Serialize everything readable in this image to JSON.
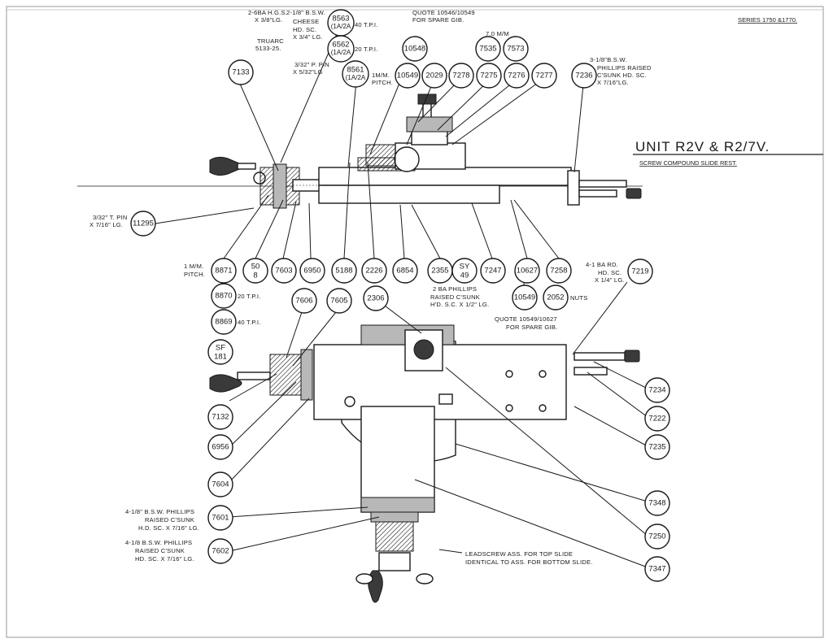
{
  "series_label": "SERIES 1750 &1770.",
  "unit_title": "UNIT R2V & R2/7V.",
  "unit_subtitle": "SCREW COMPOUND SLIDE REST.",
  "bubbles": [
    {
      "id": "b7133",
      "label": "7133"
    },
    {
      "id": "b8563",
      "label": "8563",
      "sub": "(1A/2A"
    },
    {
      "id": "b6562",
      "label": "6562",
      "sub": "(1A/2A"
    },
    {
      "id": "b8561",
      "label": "8561",
      "sub": "(1A/2A"
    },
    {
      "id": "b10548",
      "label": "10548"
    },
    {
      "id": "b10549t",
      "label": "10549"
    },
    {
      "id": "b2029",
      "label": "2029"
    },
    {
      "id": "b7278",
      "label": "7278"
    },
    {
      "id": "b7535",
      "label": "7535"
    },
    {
      "id": "b7573",
      "label": "7573"
    },
    {
      "id": "b7275",
      "label": "7275"
    },
    {
      "id": "b7276",
      "label": "7276"
    },
    {
      "id": "b7277",
      "label": "7277"
    },
    {
      "id": "b7236",
      "label": "7236"
    },
    {
      "id": "b11295",
      "label": "11295"
    },
    {
      "id": "b8871",
      "label": "8871"
    },
    {
      "id": "b508",
      "label": "50",
      "sub": "8"
    },
    {
      "id": "b7603",
      "label": "7603"
    },
    {
      "id": "b6950",
      "label": "6950"
    },
    {
      "id": "b5188",
      "label": "5188"
    },
    {
      "id": "b2226",
      "label": "2226"
    },
    {
      "id": "b6854",
      "label": "6854"
    },
    {
      "id": "b2355",
      "label": "2355"
    },
    {
      "id": "bsy49",
      "label": "SY",
      "sub": "49"
    },
    {
      "id": "b7247",
      "label": "7247"
    },
    {
      "id": "b10627",
      "label": "10627"
    },
    {
      "id": "b7258",
      "label": "7258"
    },
    {
      "id": "b7219",
      "label": "7219"
    },
    {
      "id": "b8870",
      "label": "8870"
    },
    {
      "id": "b8869",
      "label": "8869"
    },
    {
      "id": "b10549b",
      "label": "10549"
    },
    {
      "id": "b2052",
      "label": "2052"
    },
    {
      "id": "b7606",
      "label": "7606"
    },
    {
      "id": "b7605",
      "label": "7605"
    },
    {
      "id": "b2306",
      "label": "2306"
    },
    {
      "id": "bsf181",
      "label": "SF",
      "sub": "181"
    },
    {
      "id": "b7132",
      "label": "7132"
    },
    {
      "id": "b6956",
      "label": "6956"
    },
    {
      "id": "b7604",
      "label": "7604"
    },
    {
      "id": "b7601",
      "label": "7601"
    },
    {
      "id": "b7602",
      "label": "7602"
    },
    {
      "id": "b7234",
      "label": "7234"
    },
    {
      "id": "b7222",
      "label": "7222"
    },
    {
      "id": "b7235",
      "label": "7235"
    },
    {
      "id": "b7348",
      "label": "7348"
    },
    {
      "id": "b7250",
      "label": "7250"
    },
    {
      "id": "b7347",
      "label": "7347"
    }
  ],
  "notes": {
    "n_2ba": "2-6BA H.G.S.",
    "n_2ba_b": "X 3/8\"LG.",
    "n_bsw1": "2-1/8\" B.S.W.",
    "n_bsw2": "CHEESE",
    "n_bsw3": "HD. SC.",
    "n_bsw4": "X 3/4\" LG.",
    "n_40tpi_top": "40 T.P.I.",
    "n_20tpi_top": "20 T.P.I.",
    "n_quote_top1": "QUOTE 10546/10549",
    "n_quote_top2": "FOR SPARE GIB.",
    "n_truarc1": "TRUARC",
    "n_truarc2": "5133-25.",
    "n_ppin1": "3/32\" P. PIN",
    "n_ppin2": "X 5/32\"LG",
    "n_1mm_top1": "1M/M.",
    "n_1mm_top2": "PITCH.",
    "n_70mm": "7.0 M/M",
    "n_3bsw1": "3-1/8\"B.S.W.",
    "n_3bsw2": "PHILLIPS RAISED",
    "n_3bsw3": "C'SUNK HD. SC.",
    "n_3bsw4": "X 7/16\"LG.",
    "n_tpin1": "3/32\" T. PIN",
    "n_tpin2": "X 7/16\" LG.",
    "n_1mm1": "1 M/M.",
    "n_1mm2": "PITCH.",
    "n_20tpi": "20 T.P.I.",
    "n_40tpi": "40 T.P.I.",
    "n_2ba_ph1": "2 BA PHILLIPS",
    "n_2ba_ph2": "RAISED C'SUNK",
    "n_2ba_ph3": "H'D. S.C. X 1/2\" LG.",
    "n_nuts": "NUTS",
    "n_quote_bot1": "QUOTE 10549/10627",
    "n_quote_bot2": "FOR SPARE GIB.",
    "n_4ba1": "4-1 BA RD.",
    "n_4ba2": "HD. SC.",
    "n_4ba3": "X 1/4\" LG.",
    "n_7601a": "4-1/8\" B.S.W. PHILLIPS",
    "n_7601b": "RAISED C'SUNK",
    "n_7601c": "H.D. SC. X 7/16\" LG.",
    "n_7602a": "4-1/8 B.S.W. PHILLIPS",
    "n_7602b": "RAISED C'SUNK",
    "n_7602c": "HD. SC. X 7/16\" LG.",
    "n_lead1": "LEADSCREW ASS. FOR TOP SLIDE",
    "n_lead2": "IDENTICAL TO ASS. FOR BOTTOM SLIDE."
  }
}
